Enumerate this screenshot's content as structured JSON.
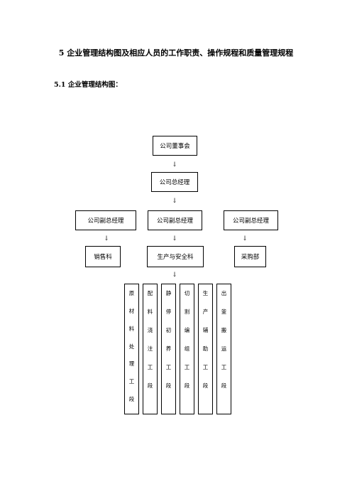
{
  "heading": "5 企业管理结构图及相应人员的工作职责、操作规程和质量管理规程",
  "subheading": "5.1 企业管理结构图：",
  "org": {
    "board": "公司董事会",
    "general_manager": "公司总经理",
    "deputy_managers": [
      "公司副总经理",
      "公司副总经理",
      "公司副总经理"
    ],
    "departments": [
      "销售科",
      "生产与安全科",
      "采购部"
    ],
    "sections": [
      [
        "原",
        "材",
        "料",
        "处",
        "理",
        "工",
        "段"
      ],
      [
        "配",
        "料",
        "浇",
        "注",
        "工",
        "段"
      ],
      [
        "静",
        "停",
        "初",
        "养",
        "工",
        "段"
      ],
      [
        "切",
        "割",
        "编",
        "组",
        "工",
        "段"
      ],
      [
        "生",
        "产",
        "辅",
        "助",
        "工",
        "段"
      ],
      [
        "出",
        "釜",
        "搬",
        "运",
        "工",
        "段"
      ]
    ],
    "arrow_glyph": "↓"
  }
}
